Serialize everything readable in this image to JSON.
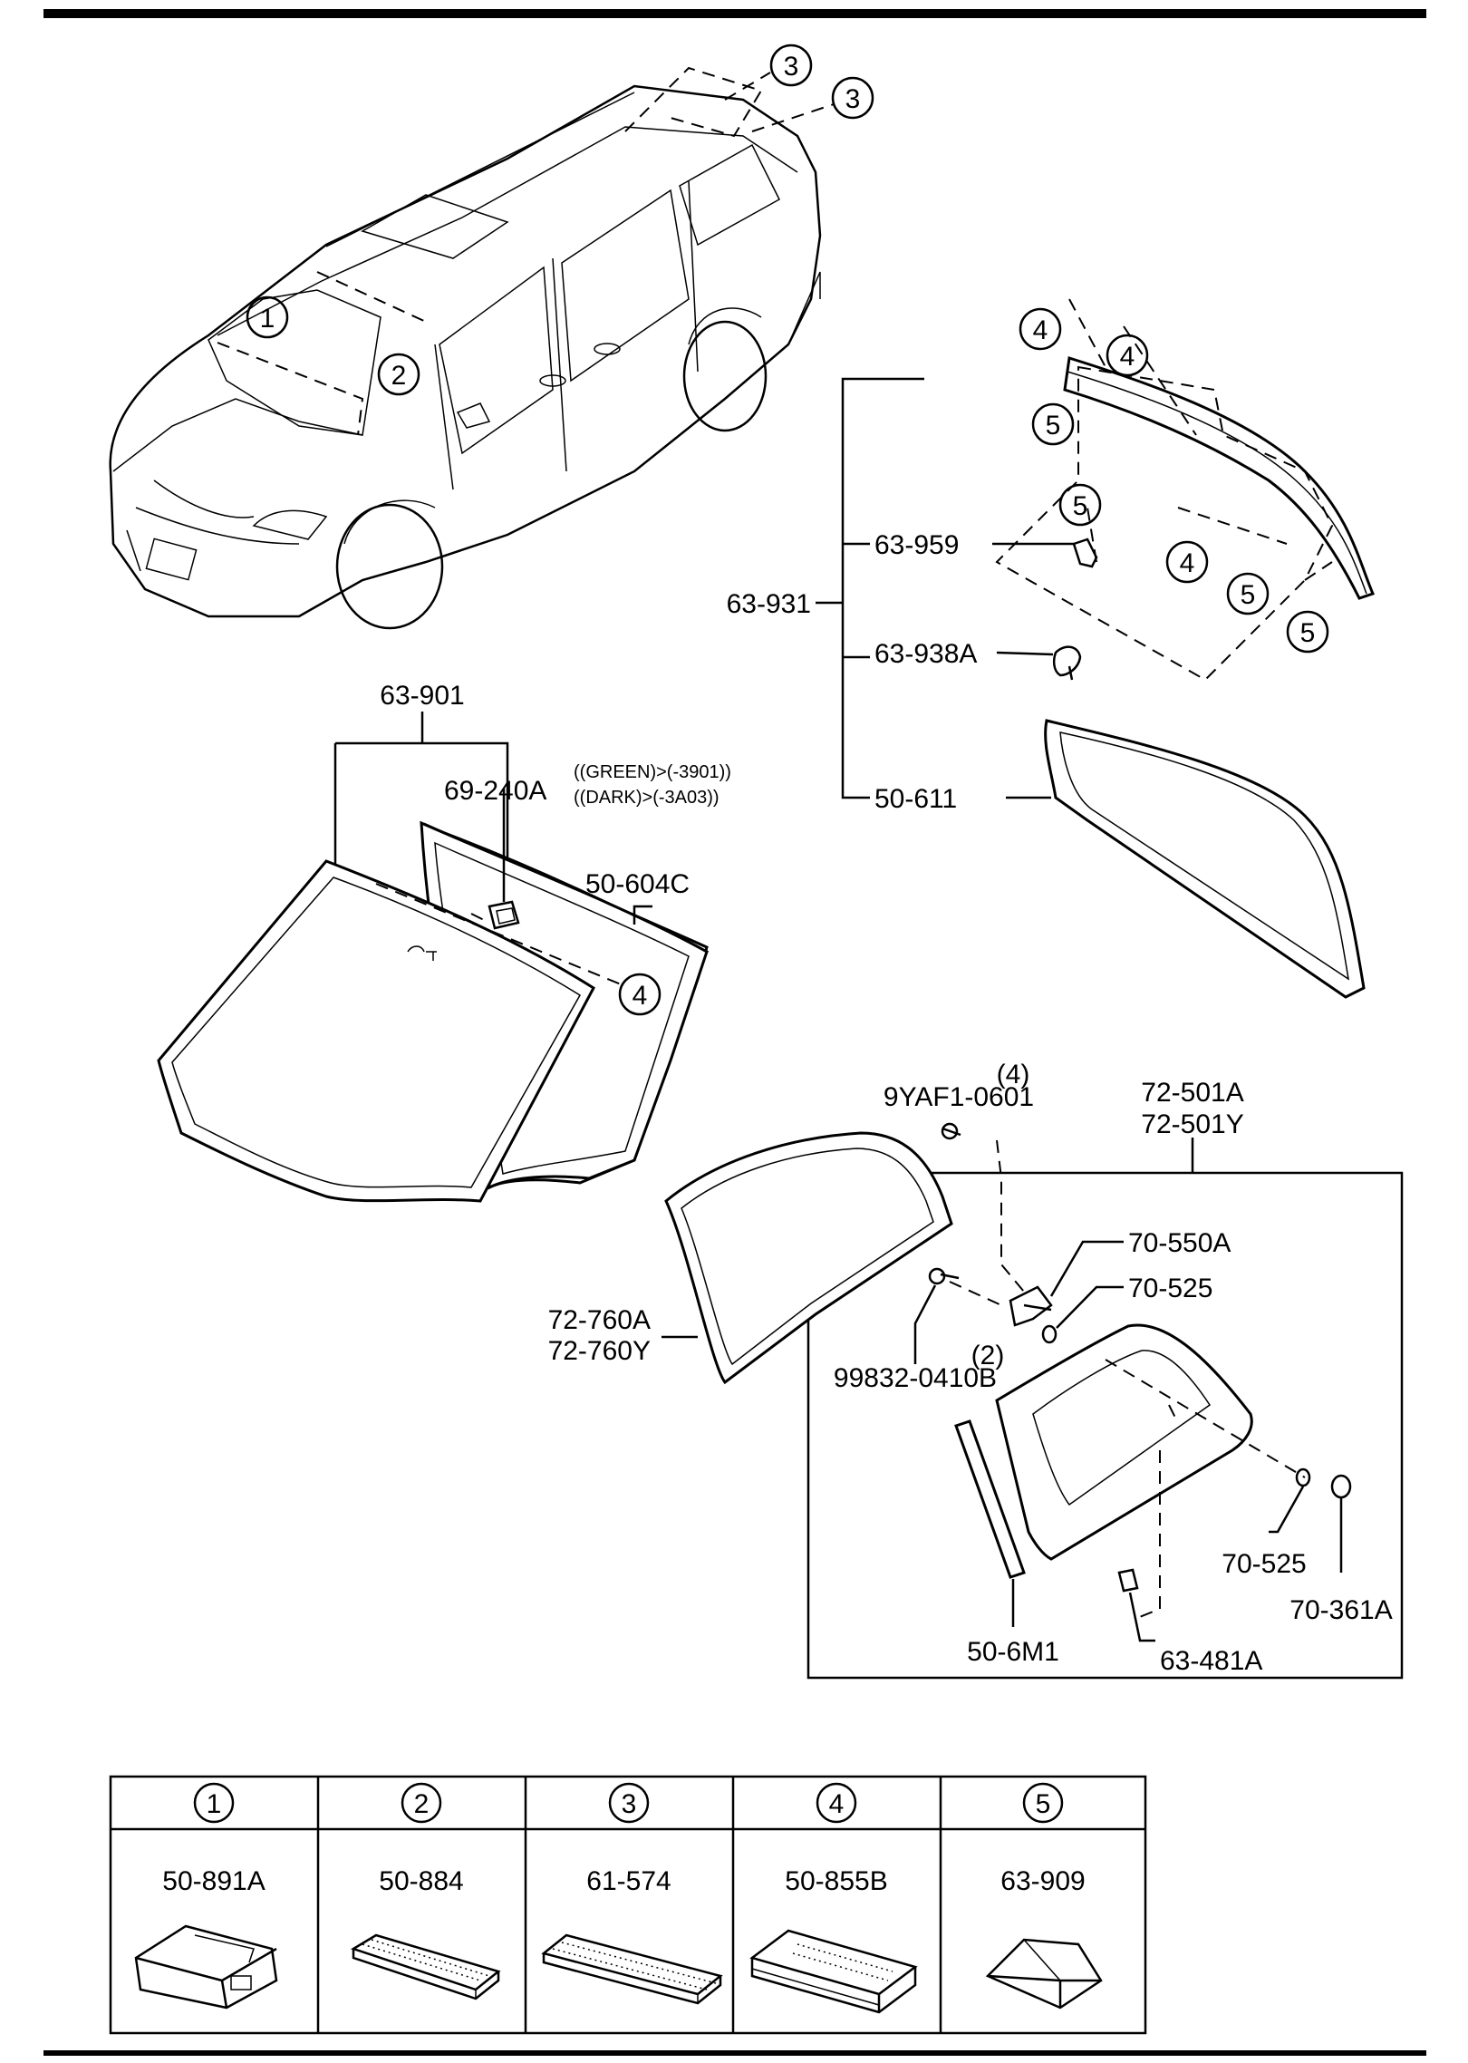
{
  "parts": {
    "p63_901": "63-901",
    "p69_240A": "69-240A",
    "p69_240A_green": "((GREEN)>(-3901))",
    "p69_240A_dark": "((DARK)>(-3A03))",
    "p50_604C": "50-604C",
    "p63_931": "63-931",
    "p63_959": "63-959",
    "p63_938A": "63-938A",
    "p50_611": "50-611",
    "p9YAF1_0601": "9YAF1-0601",
    "p9YAF1_0601_qty": "(4)",
    "p72_501A": "72-501A",
    "p72_501Y": "72-501Y",
    "p70_550A": "70-550A",
    "p70_525_top": "70-525",
    "p99832_0410B": "99832-0410B",
    "p99832_0410B_qty": "(2)",
    "p72_760A": "72-760A",
    "p72_760Y": "72-760Y",
    "p70_525_bottom": "70-525",
    "p70_361A": "70-361A",
    "p50_6M1": "50-6M1",
    "p63_481A": "63-481A"
  },
  "callouts": {
    "c1": "1",
    "c2": "2",
    "c3": "3",
    "c4": "4",
    "c5": "5"
  },
  "legend": [
    {
      "key": "1",
      "part": "50-891A"
    },
    {
      "key": "2",
      "part": "50-884"
    },
    {
      "key": "3",
      "part": "61-574"
    },
    {
      "key": "4",
      "part": "50-855B"
    },
    {
      "key": "5",
      "part": "63-909"
    }
  ]
}
